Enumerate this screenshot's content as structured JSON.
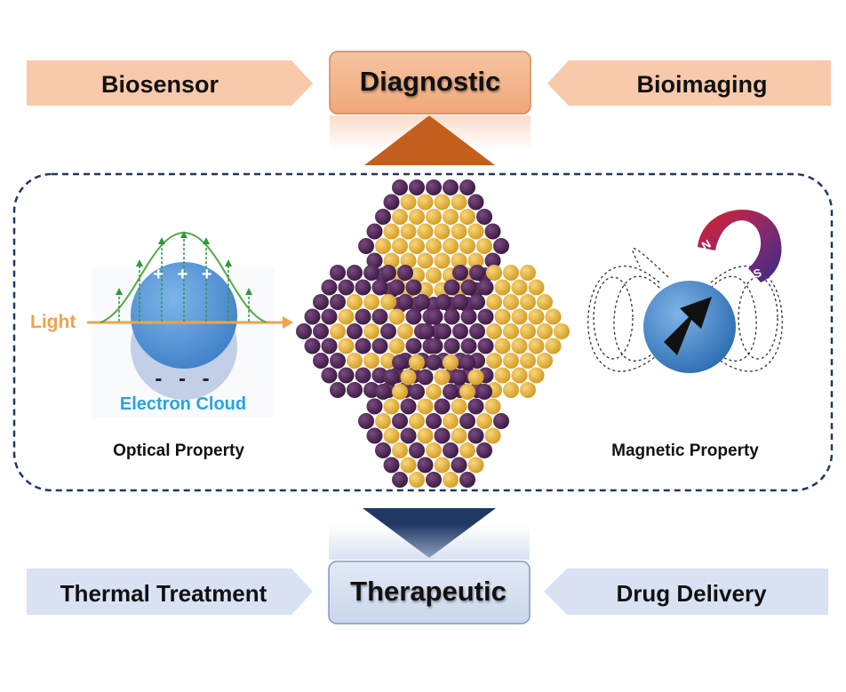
{
  "diagnostic": {
    "title": "Diagnostic",
    "left": "Biosensor",
    "right": "Bioimaging"
  },
  "therapeutic": {
    "title": "Therapeutic",
    "left": "Thermal Treatment",
    "right": "Drug Delivery"
  },
  "optical": {
    "caption": "Optical Property",
    "light": "Light",
    "electron_cloud": "Electron Cloud",
    "plus": "+ + +",
    "minus": "- - -"
  },
  "magnetic": {
    "caption": "Magnetic Property",
    "north": "N",
    "south": "S"
  },
  "colors": {
    "diagnostic_orange": "#f3b48e",
    "diagnostic_arrow": "#c45e1c",
    "therapeutic_blue": "#d6e0f1",
    "therapeutic_arrow": "#1f3864",
    "atom_gold": "#e8b33c",
    "atom_purple": "#4a2350"
  }
}
